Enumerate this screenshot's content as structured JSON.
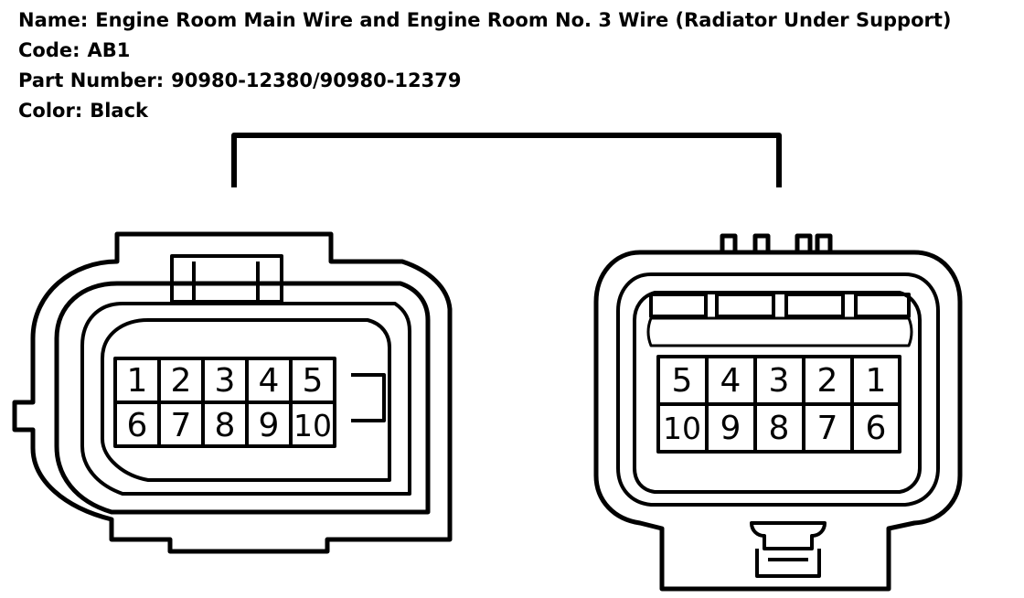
{
  "header": {
    "name_label": "Name:",
    "name_value": "Engine Room Main Wire and Engine Room No. 3 Wire (Radiator Under Support)",
    "code_label": "Code:",
    "code_value": "AB1",
    "part_label": "Part Number:",
    "part_value": "90980-12380/90980-12379",
    "color_label": "Color:",
    "color_value": "Black"
  },
  "left_connector": {
    "row1": [
      "1",
      "2",
      "3",
      "4",
      "5"
    ],
    "row2": [
      "6",
      "7",
      "8",
      "9",
      "10"
    ]
  },
  "right_connector": {
    "row1": [
      "5",
      "4",
      "3",
      "2",
      "1"
    ],
    "row2": [
      "10",
      "9",
      "8",
      "7",
      "6"
    ]
  }
}
